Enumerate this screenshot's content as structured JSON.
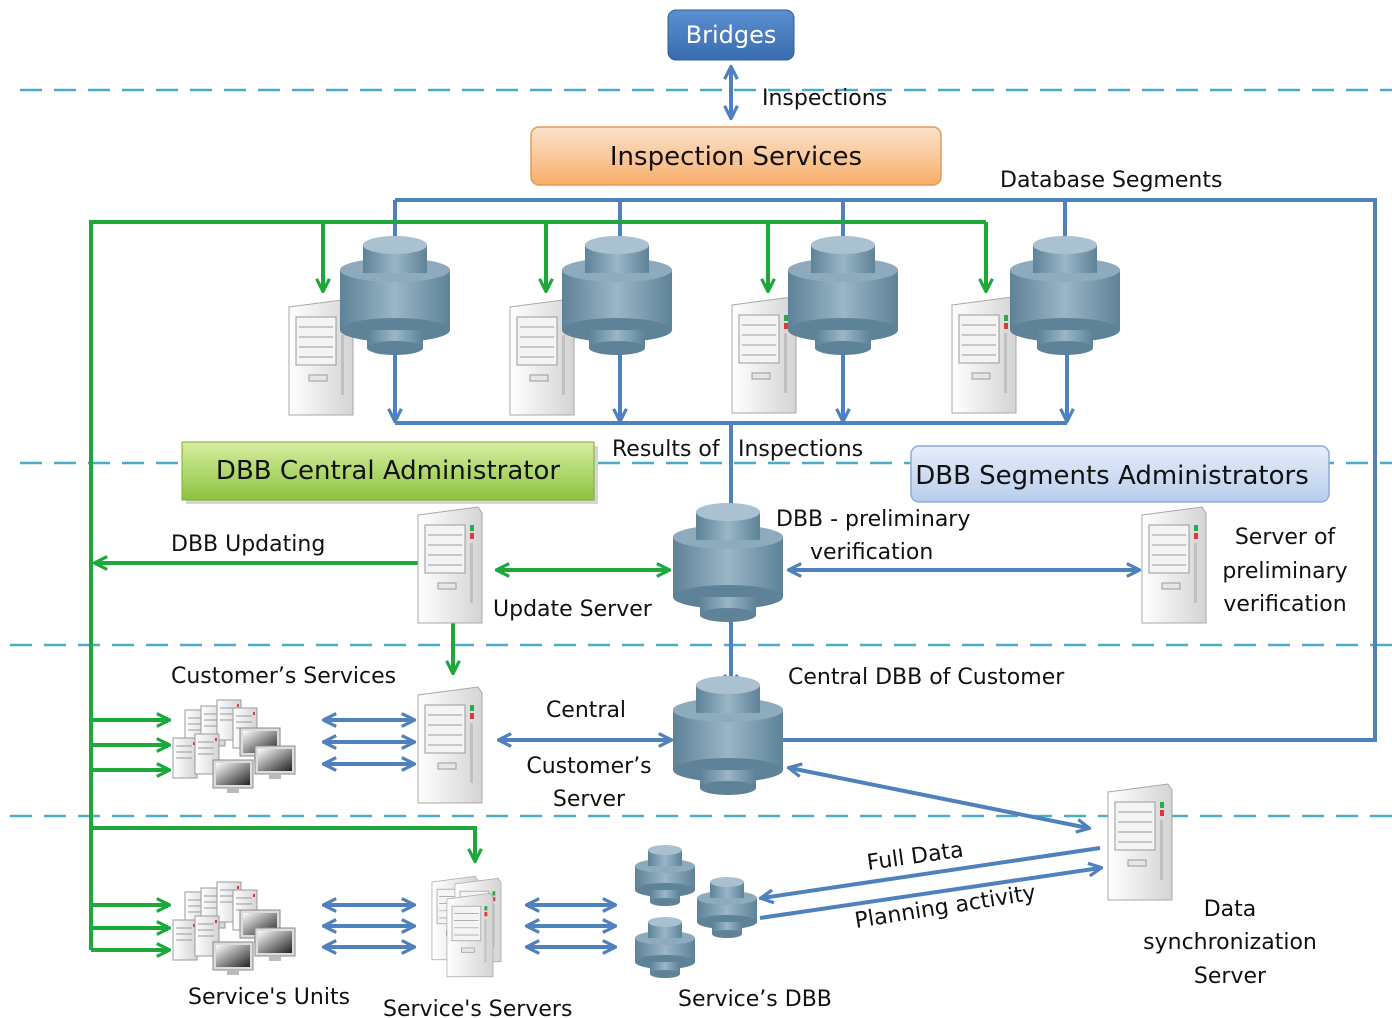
{
  "boxes": {
    "bridges": "Bridges",
    "inspection_services": "Inspection Services",
    "central_admin": "DBB Central Administrator",
    "segments_admin": "DBB Segments Administrators"
  },
  "labels": {
    "inspections": "Inspections",
    "database_segments": "Database Segments",
    "results_of": "Results of",
    "results_inspections": "Inspections",
    "dbb_updating": "DBB Updating",
    "prelim_line1": "DBB - preliminary",
    "prelim_line2": "verification",
    "update_server": "Update Server",
    "server_prelim_1": "Server of",
    "server_prelim_2": "preliminary",
    "server_prelim_3": "verification",
    "customers_services": "Customer’s Services",
    "central_dbb": "Central DBB of Customer",
    "central_1": "Central",
    "central_2": "Customer’s",
    "central_3": "Server",
    "full_data": "Full Data",
    "planning_activity": "Planning activity",
    "data_sync_1": "Data",
    "data_sync_2": "synchronization",
    "data_sync_3": "Server",
    "services_units": "Service's  Units",
    "services_servers": "Service's Servers",
    "services_dbb": "Service’s  DBB"
  },
  "colors": {
    "blue_arrow": "#4F81BD",
    "green_arrow": "#1EA83C",
    "divider": "#4BACC6",
    "db_cylinder": "#6E93AA",
    "bridges_box": "#4A7EBB",
    "inspection_box": "#F9C08A",
    "central_admin_box": "#A9D45A",
    "segments_admin_box": "#C6D9F1"
  }
}
